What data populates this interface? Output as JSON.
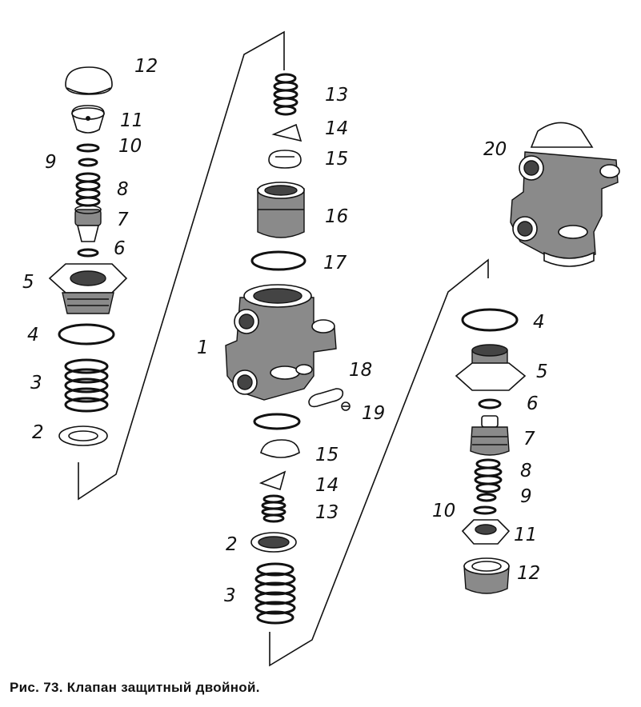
{
  "caption": "Рис. 73. Клапан защитный двойной.",
  "callouts": {
    "left": [
      "12",
      "11",
      "10",
      "9",
      "8",
      "7",
      "6",
      "5",
      "4",
      "3",
      "2"
    ],
    "center": [
      "13",
      "14",
      "15",
      "16",
      "17",
      "1",
      "18",
      "19",
      "15",
      "14",
      "13",
      "2",
      "3"
    ],
    "right": [
      "20",
      "4",
      "5",
      "6",
      "7",
      "8",
      "9",
      "10",
      "11",
      "12"
    ]
  }
}
